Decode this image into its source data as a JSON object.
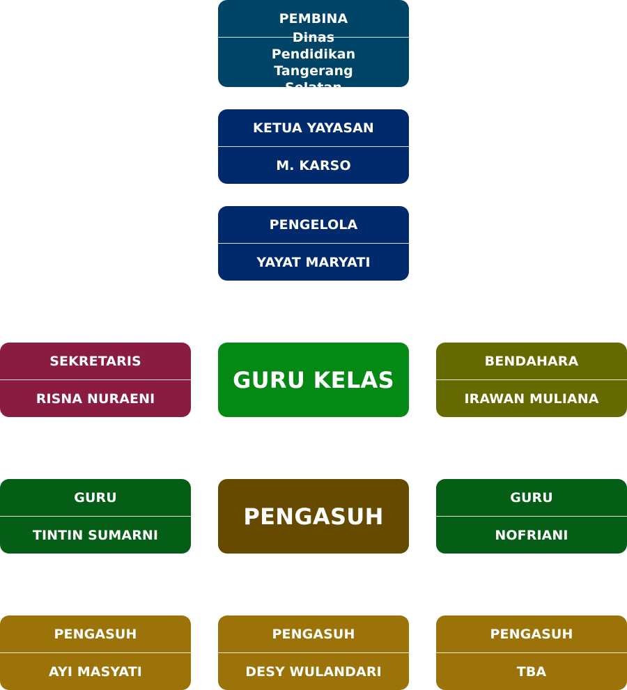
{
  "colors": {
    "pembina": "#004468",
    "navy": "#002a6c",
    "sekretaris": "#8a1b41",
    "guru_kelas": "#048a14",
    "bendahara": "#656a00",
    "guru": "#045e15",
    "pengasuh_main": "#664a00",
    "pengasuh": "#9c7308"
  },
  "org": {
    "pembina": {
      "role": "PEMBINA",
      "name": "Dinas Pendidikan Tangerang Selatan"
    },
    "ketua": {
      "role": "KETUA YAYASAN",
      "name": "M. KARSO"
    },
    "pengelola": {
      "role": "PENGELOLA",
      "name": "YAYAT MARYATI"
    },
    "sekretaris": {
      "role": "SEKRETARIS",
      "name": "RISNA NURAENI"
    },
    "guru_kelas": {
      "label": "GURU KELAS"
    },
    "bendahara": {
      "role": "BENDAHARA",
      "name": "IRAWAN MULIANA"
    },
    "guru_left": {
      "role": "GURU",
      "name": "TINTIN SUMARNI"
    },
    "pengasuh_main": {
      "label": "PENGASUH"
    },
    "guru_right": {
      "role": "GURU",
      "name": "NOFRIANI"
    },
    "pengasuh_1": {
      "role": "PENGASUH",
      "name": "AYI MASYATI"
    },
    "pengasuh_2": {
      "role": "PENGASUH",
      "name": "DESY WULANDARI"
    },
    "pengasuh_3": {
      "role": "PENGASUH",
      "name": "TBA"
    }
  }
}
